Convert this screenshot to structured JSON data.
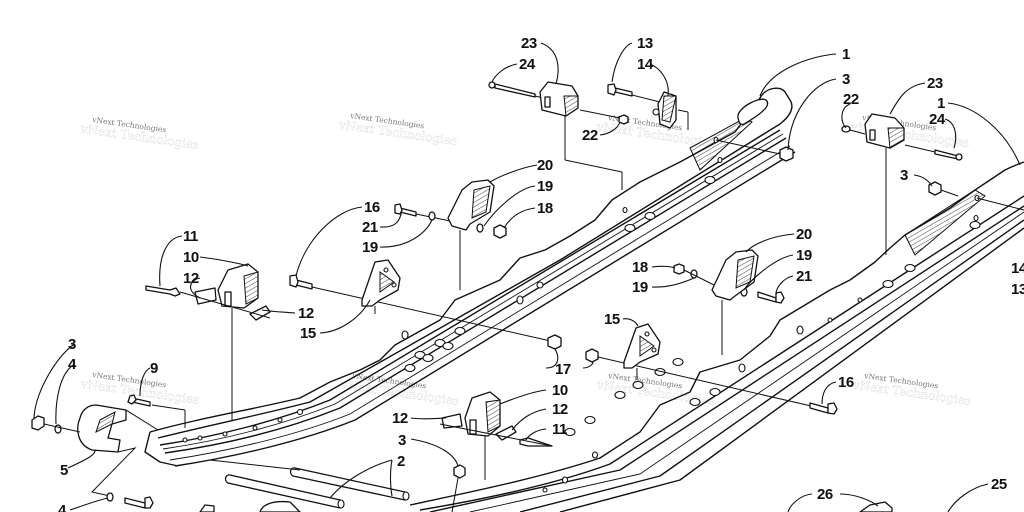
{
  "diagram": {
    "title": "Slide rail assembly exploded parts diagram",
    "watermark_text": "vNext Technologies",
    "colors": {
      "line": "#111111",
      "background": "#ffffff",
      "watermark": "#777777"
    }
  },
  "callouts": [
    {
      "id": "c1a",
      "label": "1"
    },
    {
      "id": "c1b",
      "label": "1"
    },
    {
      "id": "c2",
      "label": "2"
    },
    {
      "id": "c3a",
      "label": "3"
    },
    {
      "id": "c3b",
      "label": "3"
    },
    {
      "id": "c3c",
      "label": "3"
    },
    {
      "id": "c3d",
      "label": "3"
    },
    {
      "id": "c4a",
      "label": "4"
    },
    {
      "id": "c4b",
      "label": "4"
    },
    {
      "id": "c5",
      "label": "5"
    },
    {
      "id": "c9",
      "label": "9"
    },
    {
      "id": "c10a",
      "label": "10"
    },
    {
      "id": "c10b",
      "label": "10"
    },
    {
      "id": "c11a",
      "label": "11"
    },
    {
      "id": "c11b",
      "label": "11"
    },
    {
      "id": "c12a",
      "label": "12"
    },
    {
      "id": "c12b",
      "label": "12"
    },
    {
      "id": "c12c",
      "label": "12"
    },
    {
      "id": "c12d",
      "label": "12"
    },
    {
      "id": "c13a",
      "label": "13"
    },
    {
      "id": "c13b",
      "label": "13"
    },
    {
      "id": "c14a",
      "label": "14"
    },
    {
      "id": "c14b",
      "label": "14"
    },
    {
      "id": "c15a",
      "label": "15"
    },
    {
      "id": "c15b",
      "label": "15"
    },
    {
      "id": "c16a",
      "label": "16"
    },
    {
      "id": "c16b",
      "label": "16"
    },
    {
      "id": "c17",
      "label": "17"
    },
    {
      "id": "c18a",
      "label": "18"
    },
    {
      "id": "c18b",
      "label": "18"
    },
    {
      "id": "c19a",
      "label": "19"
    },
    {
      "id": "c19b",
      "label": "19"
    },
    {
      "id": "c19c",
      "label": "19"
    },
    {
      "id": "c19d",
      "label": "19"
    },
    {
      "id": "c20a",
      "label": "20"
    },
    {
      "id": "c20b",
      "label": "20"
    },
    {
      "id": "c21a",
      "label": "21"
    },
    {
      "id": "c21b",
      "label": "21"
    },
    {
      "id": "c22a",
      "label": "22"
    },
    {
      "id": "c22b",
      "label": "22"
    },
    {
      "id": "c23a",
      "label": "23"
    },
    {
      "id": "c23b",
      "label": "23"
    },
    {
      "id": "c24a",
      "label": "24"
    },
    {
      "id": "c24b",
      "label": "24"
    },
    {
      "id": "c25",
      "label": "25"
    },
    {
      "id": "c26",
      "label": "26"
    }
  ]
}
